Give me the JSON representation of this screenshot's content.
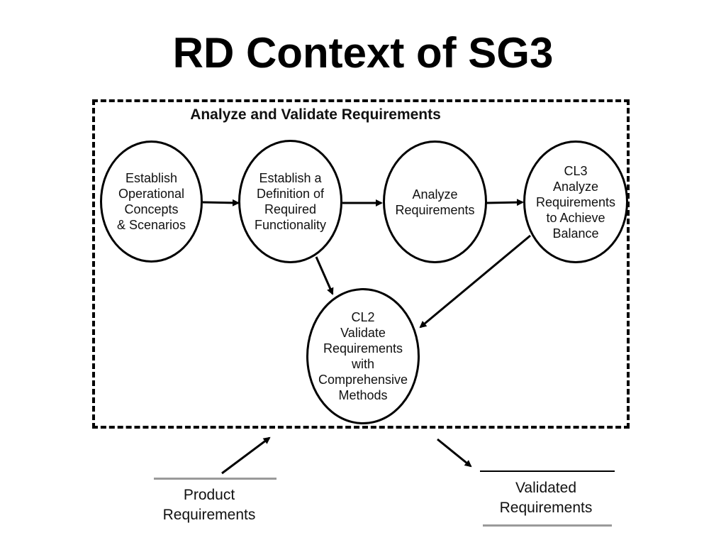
{
  "title": "RD Context of SG3",
  "boundary": {
    "label": "Analyze and Validate Requirements"
  },
  "nodes": {
    "establish_concepts": "Establish\nOperational\nConcepts\n& Scenarios",
    "establish_definition": "Establish a\nDefinition of\nRequired\nFunctionality",
    "analyze_requirements": "Analyze\nRequirements",
    "cl3_balance": "CL3\nAnalyze\nRequirements\nto Achieve\nBalance",
    "cl2_validate": "CL2\nValidate\nRequirements\nwith\nComprehensive\nMethods"
  },
  "inputs": {
    "product_requirements": "Product\nRequirements"
  },
  "outputs": {
    "validated_requirements": "Validated\nRequirements"
  },
  "colors": {
    "line": "#000000",
    "rule_gray": "#9a9a9a",
    "background": "#ffffff"
  }
}
